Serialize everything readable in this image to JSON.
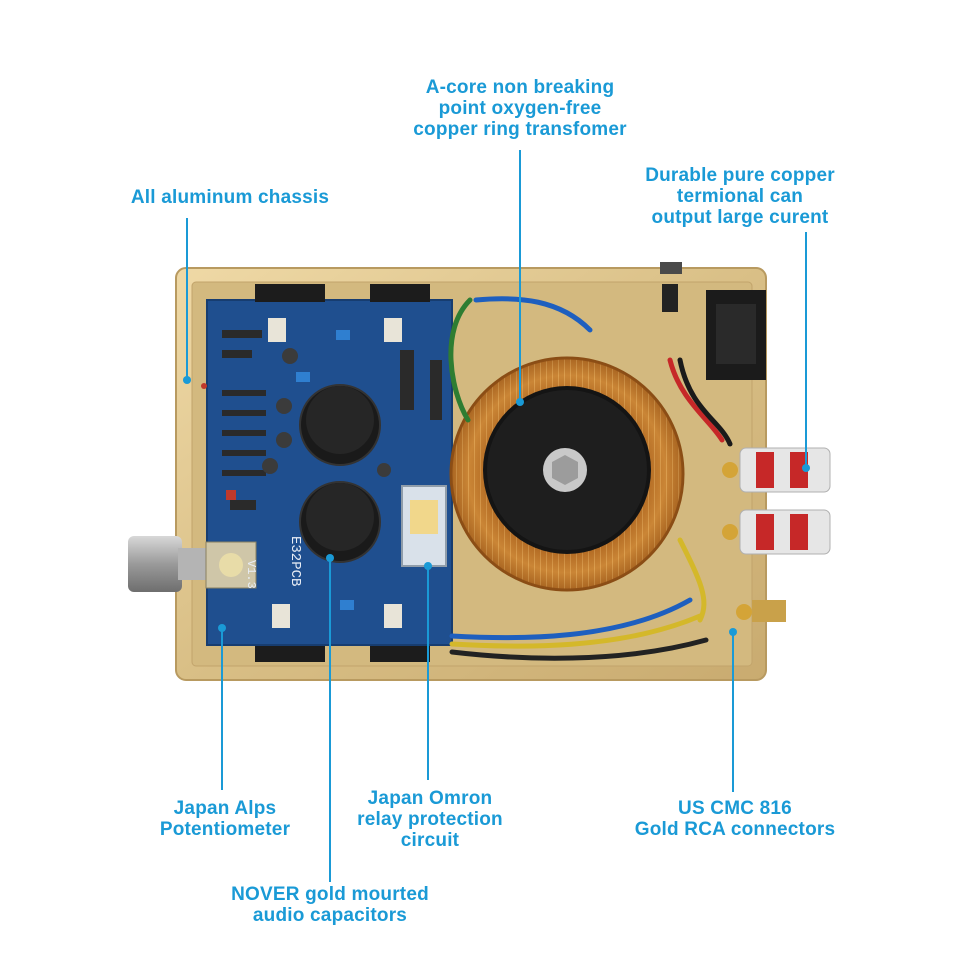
{
  "callouts": {
    "transformer": "A-core non breaking\npoint oxygen-free\ncopper ring transfomer",
    "chassis": "All aluminum chassis",
    "terminals": "Durable pure copper\ntermional can\noutput large curent",
    "potentiometer": "Japan Alps\nPotentiometer",
    "relay": "Japan Omron\nrelay protection\ncircuit",
    "rca": "US CMC 816\nGold RCA connectors",
    "capacitors": "NOVER gold mourted\naudio capacitors"
  },
  "pcb_marking": {
    "brand": "E32PCB",
    "version": "V1.3"
  },
  "colors": {
    "callout_text": "#1a9ad6",
    "chassis_gold": "#d9c08a",
    "pcb_blue": "#1f4f8f",
    "toroid_copper": "#c47a2a"
  }
}
